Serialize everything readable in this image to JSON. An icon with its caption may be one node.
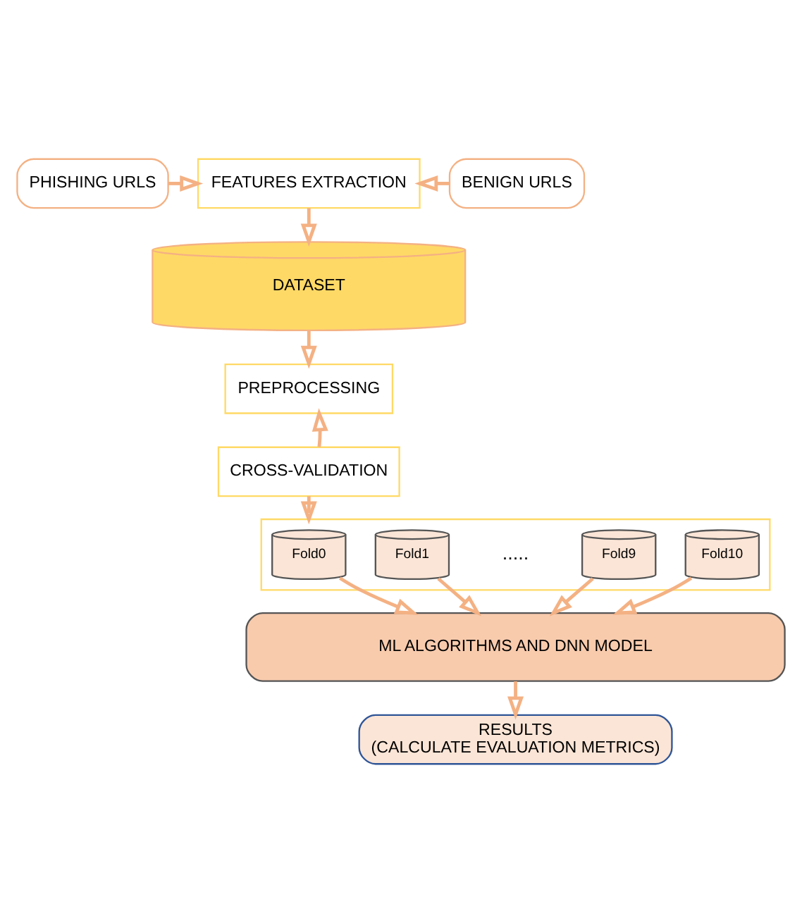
{
  "diagram": {
    "nodes": [
      {
        "text": [
          "PHISHING URLS"
        ]
      },
      {
        "text": [
          "BENIGN URLS"
        ]
      },
      {
        "text": [
          "FEATURES EXTRACTION"
        ]
      },
      {
        "text": [
          "DATASET"
        ]
      },
      {
        "text": [
          "PREPROCESSING"
        ]
      },
      {
        "text": [
          "CROSS-VALIDATION"
        ]
      },
      {
        "text": [],
        "shape": "box"
      },
      {
        "text": [
          "Fold0"
        ],
        "in": 6
      },
      {
        "text": [
          "Fold1"
        ],
        "in": 6
      },
      {
        "text": [
          "Fold9"
        ],
        "in": 6
      },
      {
        "text": [
          "Fold10"
        ],
        "in": 6
      },
      {
        "text": [
          "ML ALGORITHMS AND DNN MODEL"
        ]
      },
      {
        "text": [
          "RESULTS",
          "(CALCULATE EVALUATION METRICS)"
        ]
      }
    ],
    "edges": [
      {
        "from": 0,
        "to": 2,
        "arrow": "to"
      },
      {
        "from": 1,
        "to": 2,
        "arrow": "to"
      },
      {
        "from": 2,
        "to": 3,
        "arrow": "to"
      },
      {
        "from": 3,
        "to": 4,
        "arrow": "to"
      },
      {
        "from": 5,
        "to": 4,
        "arrow": "to"
      },
      {
        "from": 5,
        "to": 6,
        "arrow": "to"
      },
      {
        "from": 7,
        "to": 11,
        "arrow": "to"
      },
      {
        "from": 8,
        "to": 11,
        "arrow": "to"
      },
      {
        "from": 9,
        "to": 11,
        "arrow": "to"
      },
      {
        "from": 10,
        "to": 11,
        "arrow": "to"
      },
      {
        "from": 11,
        "to": 12,
        "arrow": "to"
      }
    ],
    "labels": [
      "....."
    ]
  }
}
